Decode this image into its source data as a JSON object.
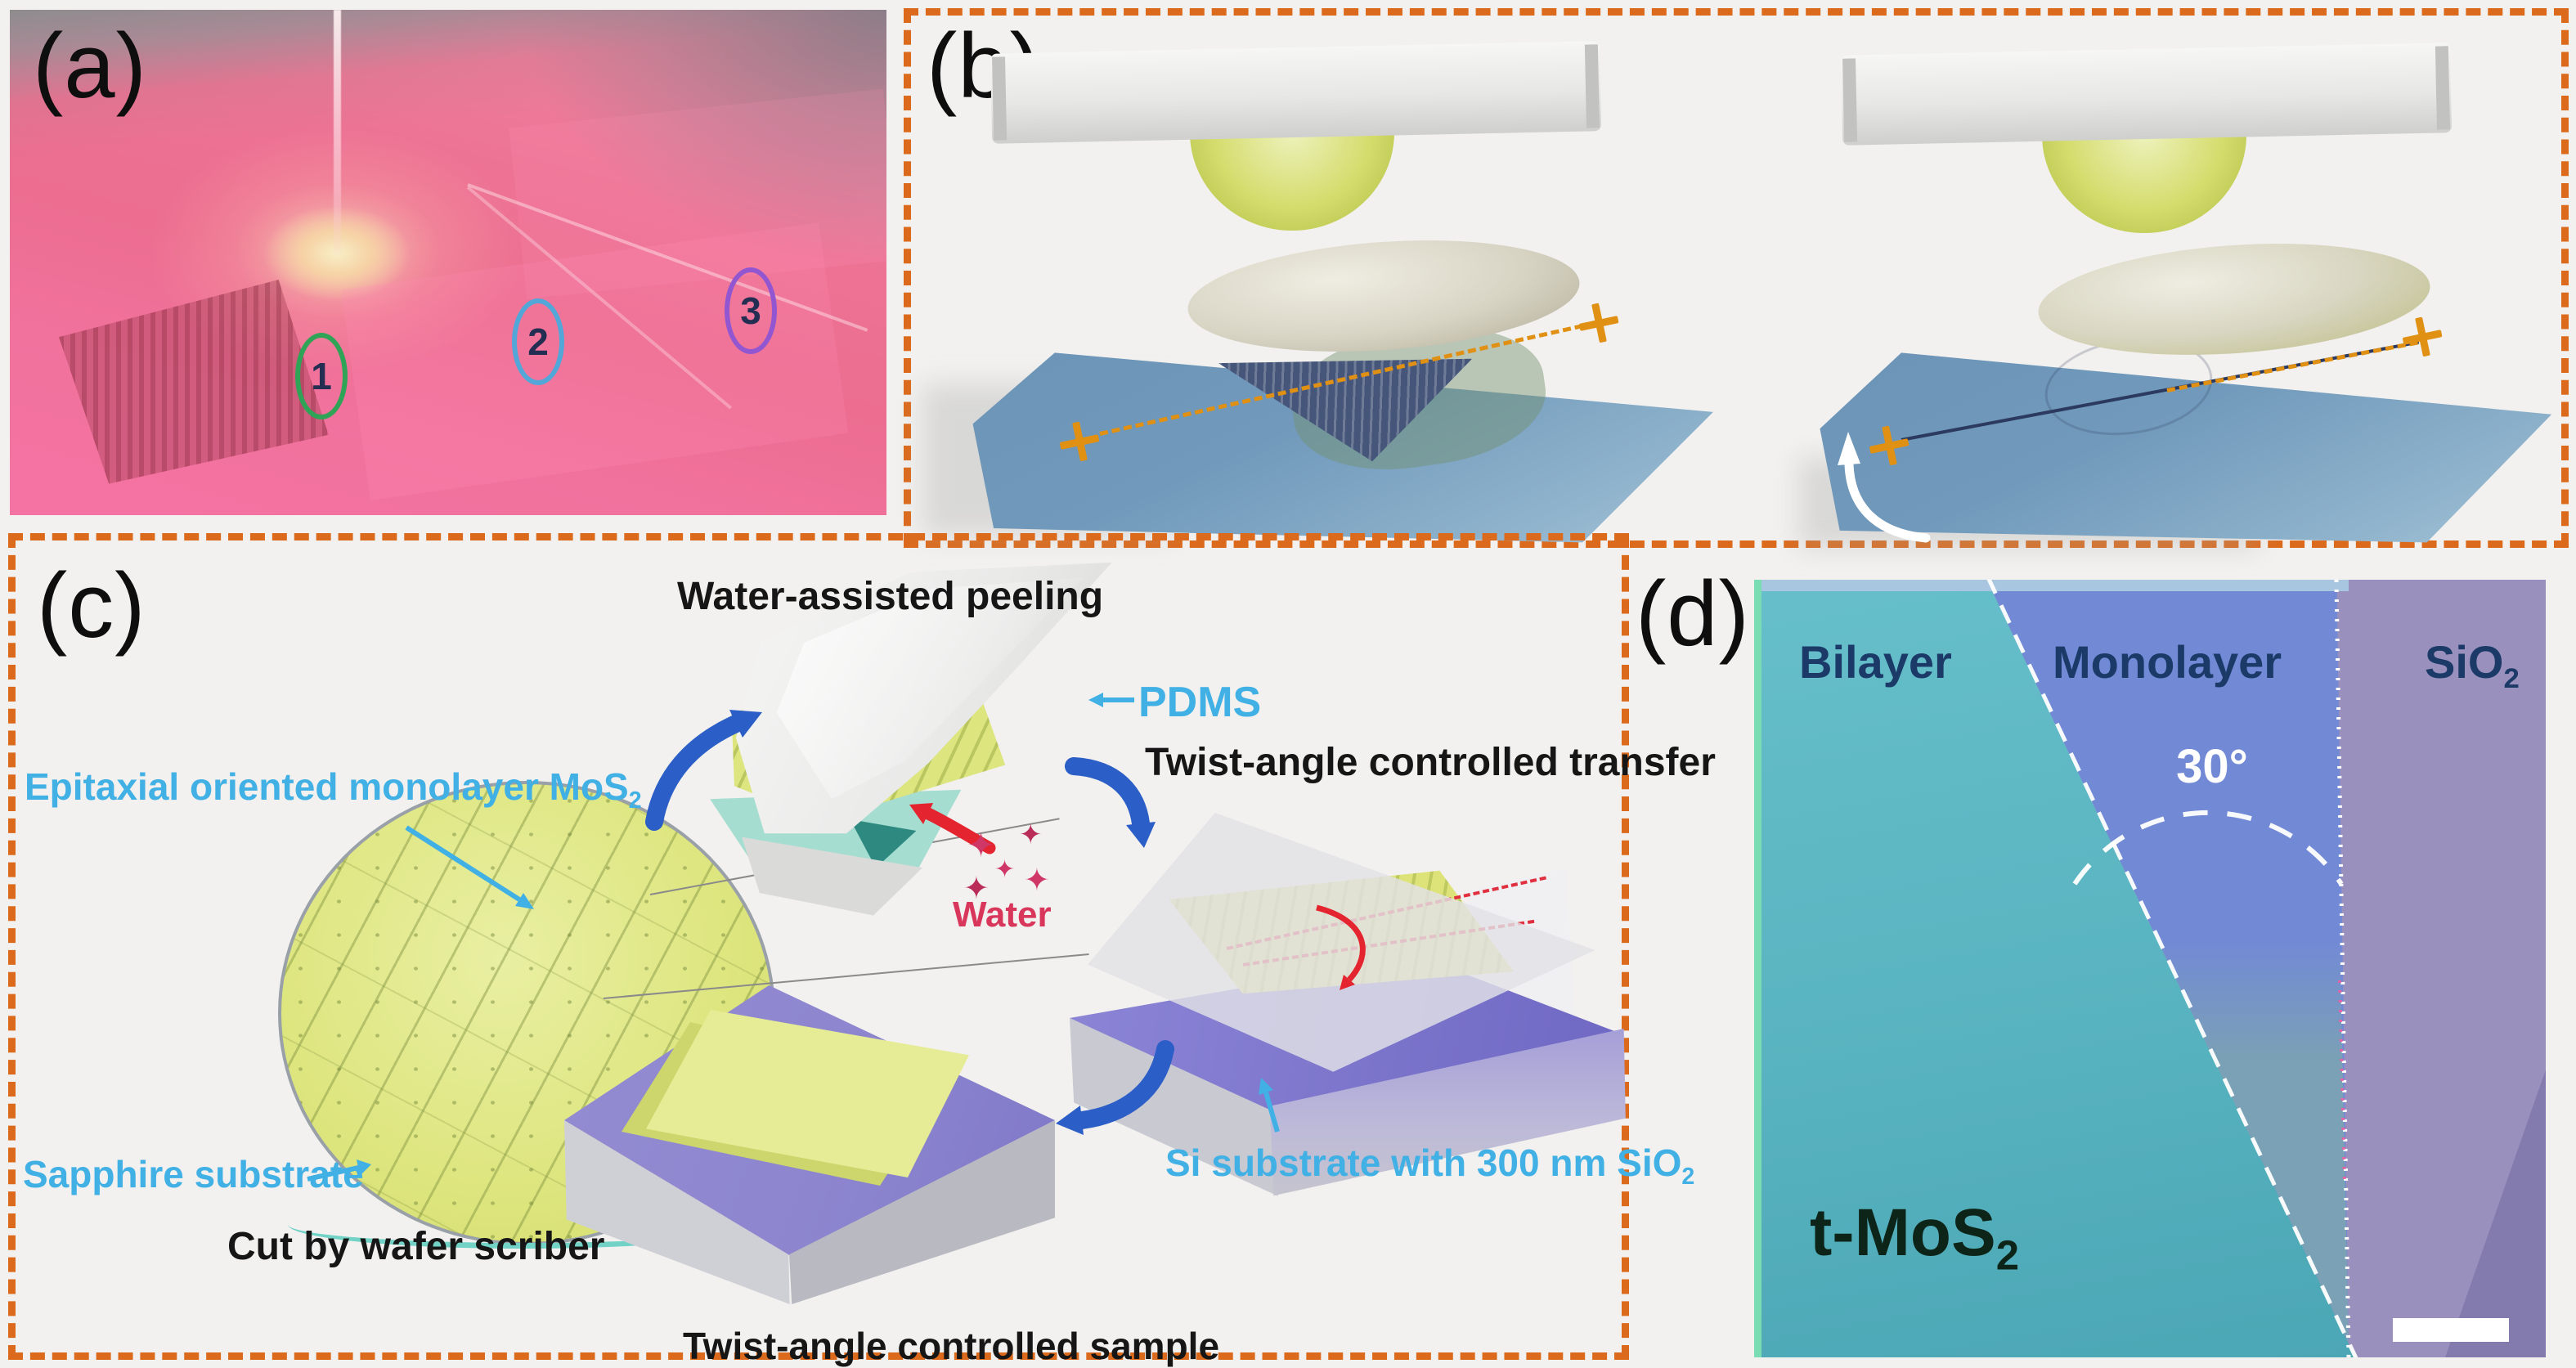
{
  "panels": {
    "a": {
      "label": "(a)",
      "markers": [
        {
          "number": "1",
          "ring_color": "#2fa457"
        },
        {
          "number": "2",
          "ring_color": "#52a7d8"
        },
        {
          "number": "3",
          "ring_color": "#9257d0"
        }
      ]
    },
    "b": {
      "label": "(b)"
    },
    "c": {
      "label": "(c)",
      "annotations": {
        "peeling_title": "Water-assisted peeling",
        "pdms": "PDMS",
        "transfer_title": "Twist-angle controlled transfer",
        "epitaxial_main": "Epitaxial oriented monolayer MoS",
        "epitaxial_sub": "2",
        "sapphire": "Sapphire substrate",
        "cut": "Cut by wafer scriber",
        "water": "Water",
        "si_main": "Si substrate with 300 nm SiO",
        "si_sub": "2",
        "sample_title": "Twist-angle controlled sample"
      }
    },
    "d": {
      "label": "(d)",
      "regions": {
        "bilayer": "Bilayer",
        "monolayer": "Monolayer",
        "sio2_main": "SiO",
        "sio2_sub": "2"
      },
      "angle_label": "30°",
      "sample_main": "t-MoS",
      "sample_sub": "2"
    }
  },
  "icons": {
    "droplet": "✦"
  },
  "colors": {
    "panel_border_orange": "#dc6a1c",
    "cyan_label": "#41b0e4",
    "water_red": "#d9365c",
    "arrow_blue": "#2b5ec6",
    "marker_green": "#2fa457",
    "marker_blue": "#52a7d8",
    "marker_purple": "#9257d0",
    "photo_pink": "#ec6d90",
    "bilayer_teal": "#58b3c0",
    "monolayer_blue": "#7289d6",
    "sio2_purple": "#9a90bd",
    "substrate_steel_blue": "#6b93b6",
    "wafer_yellow": "#dde57e",
    "cross_orange": "#e09012"
  }
}
